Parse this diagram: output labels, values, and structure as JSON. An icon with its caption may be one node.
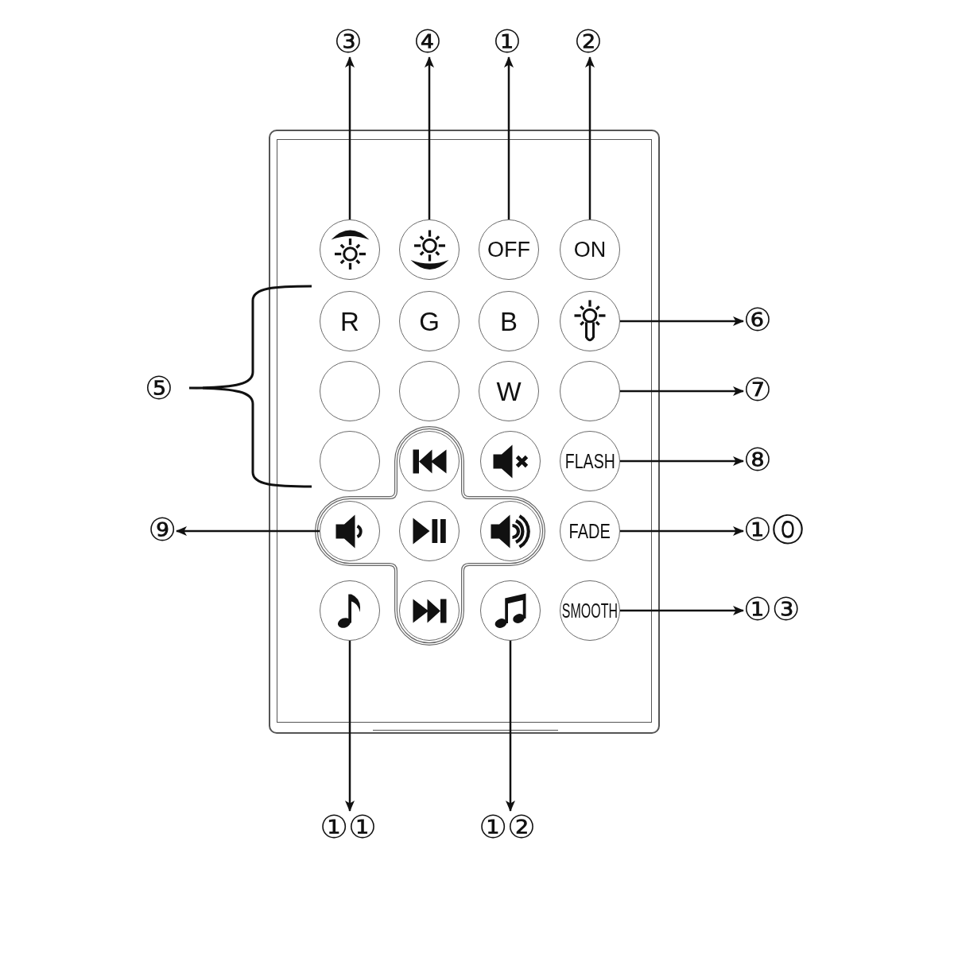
{
  "diagram": {
    "nodes": [
      {
        "text": [
          "③"
        ]
      },
      {
        "text": [
          "④"
        ]
      },
      {
        "text": [
          "①"
        ]
      },
      {
        "text": [
          "②"
        ]
      },
      {
        "text": [],
        "shape": "box"
      },
      {
        "text": [],
        "shape": "circle",
        "in": 4
      },
      {
        "text": [],
        "shape": "circle",
        "in": 4
      },
      {
        "text": [
          "OFF"
        ],
        "in": 4
      },
      {
        "text": [
          "ON"
        ],
        "in": 4
      },
      {
        "text": [
          "R"
        ],
        "in": 4
      },
      {
        "text": [
          "G"
        ],
        "in": 4
      },
      {
        "text": [
          "B"
        ],
        "in": 4
      },
      {
        "text": [],
        "shape": "circle",
        "in": 4
      },
      {
        "text": [
          "⑥"
        ]
      },
      {
        "text": [],
        "shape": "circle",
        "in": 4
      },
      {
        "text": [],
        "shape": "circle",
        "in": 4
      },
      {
        "text": [
          "W"
        ],
        "in": 4
      },
      {
        "text": [],
        "shape": "circle",
        "in": 4
      },
      {
        "text": [
          "⑦"
        ]
      },
      {
        "text": [],
        "shape": "circle",
        "in": 4
      },
      {
        "text": [],
        "shape": "cross",
        "in": 4
      },
      {
        "text": [],
        "shape": "circle",
        "in": 20
      },
      {
        "text": [],
        "shape": "circle",
        "in": 4
      },
      {
        "text": [
          "FLASH"
        ],
        "in": 4
      },
      {
        "text": [
          "⑧"
        ]
      },
      {
        "text": [
          "⑨"
        ]
      },
      {
        "text": [],
        "shape": "circle",
        "in": 20
      },
      {
        "text": [],
        "shape": "circle",
        "in": 20
      },
      {
        "text": [],
        "shape": "circle",
        "in": 20
      },
      {
        "text": [
          "FADE"
        ],
        "in": 4
      },
      {
        "text": [
          "①⓪"
        ]
      },
      {
        "text": [],
        "shape": "circle",
        "in": 4
      },
      {
        "text": [],
        "shape": "circle",
        "in": 20
      },
      {
        "text": [],
        "shape": "circle",
        "in": 4
      },
      {
        "text": [
          "SMOOTH"
        ],
        "in": 4
      },
      {
        "text": [
          "①③"
        ]
      },
      {
        "text": [
          "①①"
        ]
      },
      {
        "text": [
          "①②"
        ]
      }
    ],
    "edges": [
      {
        "from": 5,
        "to": 0,
        "arrow": "to"
      },
      {
        "from": 6,
        "to": 1,
        "arrow": "to"
      },
      {
        "from": 7,
        "to": 2,
        "arrow": "to"
      },
      {
        "from": 8,
        "to": 3,
        "arrow": "to"
      },
      {
        "from": 12,
        "to": 13,
        "arrow": "to"
      },
      {
        "from": 17,
        "to": 18,
        "arrow": "to"
      },
      {
        "from": 23,
        "to": 24,
        "arrow": "to"
      },
      {
        "from": 26,
        "to": 25,
        "arrow": "to"
      },
      {
        "from": 29,
        "to": 30,
        "arrow": "to"
      },
      {
        "from": 34,
        "to": 35,
        "arrow": "to"
      },
      {
        "from": 31,
        "to": 36,
        "arrow": "to"
      },
      {
        "from": 33,
        "to": 37,
        "arrow": "to"
      }
    ],
    "labels": [
      "⑤"
    ]
  }
}
